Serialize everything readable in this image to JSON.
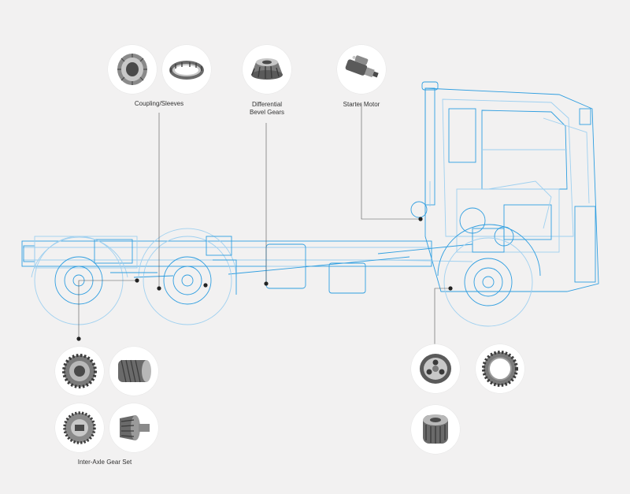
{
  "colors": {
    "background": "#f2f1f1",
    "blueprint": "#2f9ee0",
    "blueprint_light": "#9fd0f0",
    "leader_line": "#555555",
    "part_metal_dark": "#4a4a4a",
    "part_metal_mid": "#8a8a8a",
    "part_metal_light": "#c8c8c8",
    "circle_fill": "#ffffff"
  },
  "callouts": {
    "coupling_sleeves": {
      "label": "Coupling/Sleeves",
      "icons": [
        "coupling-icon",
        "sleeve-ring-icon"
      ]
    },
    "differential_bevel_gears": {
      "label_line1": "Differential",
      "label_line2": "Bevel Gears",
      "icons": [
        "bevel-gear-icon"
      ]
    },
    "starter_motor": {
      "label": "Starter Motor",
      "icons": [
        "starter-motor-icon"
      ]
    },
    "inter_axle_gear_set": {
      "label": "Inter-Axle Gear Set",
      "icons": [
        "spur-gear-icon",
        "helical-gear-icon",
        "pinion-gear-icon",
        "bevel-pinion-icon"
      ]
    },
    "transmission_gears": {
      "icons": [
        "synchro-hub-icon",
        "ring-gear-icon",
        "cluster-gear-icon"
      ]
    }
  },
  "diagram": {
    "subject": "truck-chassis-blueprint-icon"
  }
}
